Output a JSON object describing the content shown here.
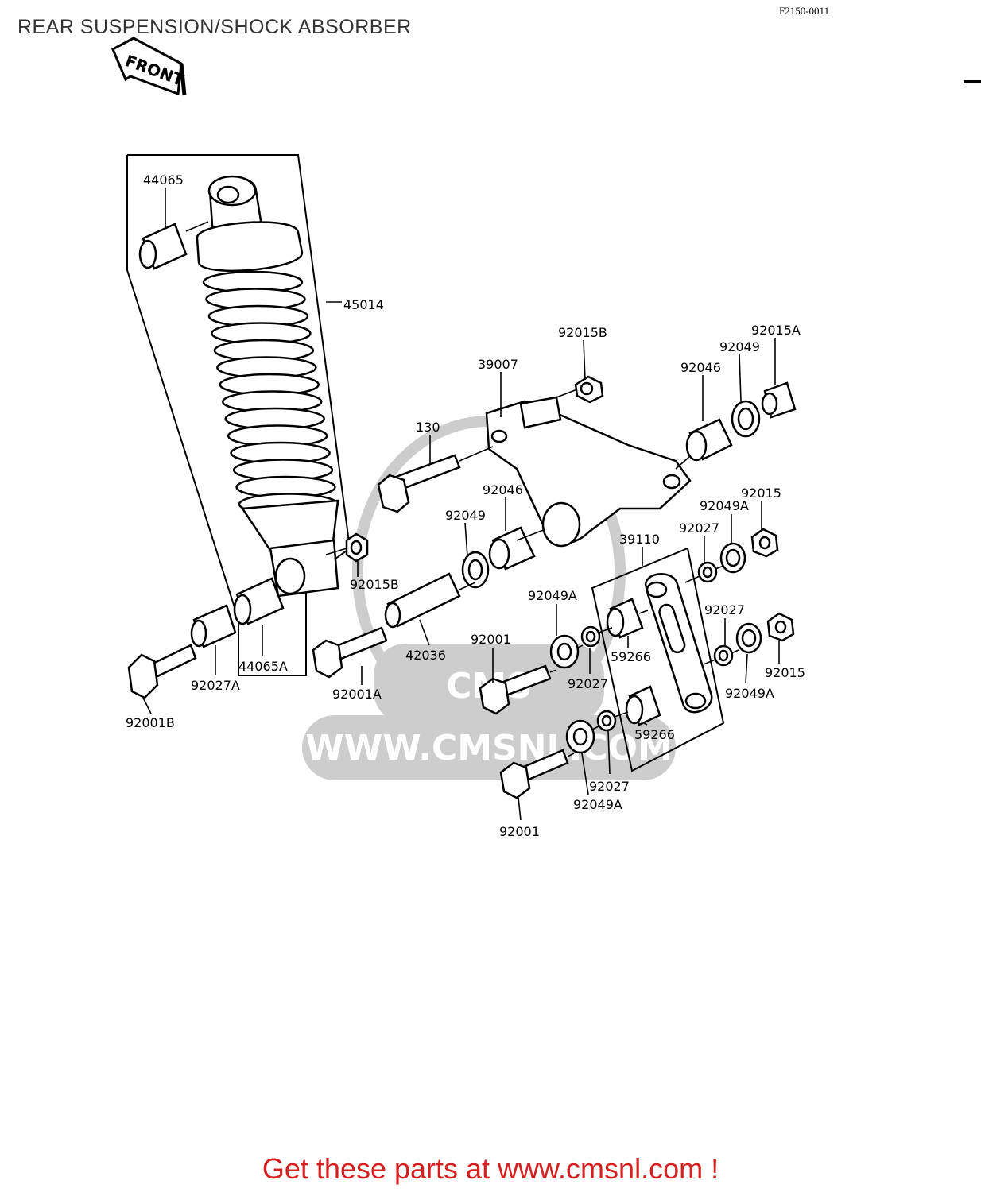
{
  "title": "REAR SUSPENSION/SHOCK ABSORBER",
  "diagram_code": "F2150-0011",
  "front_label": "FRONT",
  "watermark": {
    "site": "WWW.CMSNL.COM",
    "logo": "CMS"
  },
  "footer_text": "Get these parts at www.cmsnl.com !",
  "colors": {
    "footer": "#d42020",
    "watermark": "#c8c8c8",
    "lines": "#000000"
  },
  "parts": [
    {
      "id": "p-44065",
      "number": "44065"
    },
    {
      "id": "p-45014",
      "number": "45014"
    },
    {
      "id": "p-92015b-top",
      "number": "92015B"
    },
    {
      "id": "p-39007",
      "number": "39007"
    },
    {
      "id": "p-92015a",
      "number": "92015A"
    },
    {
      "id": "p-92049-right",
      "number": "92049"
    },
    {
      "id": "p-92046-right",
      "number": "92046"
    },
    {
      "id": "p-130",
      "number": "130"
    },
    {
      "id": "p-92046-left",
      "number": "92046"
    },
    {
      "id": "p-92015-top",
      "number": "92015"
    },
    {
      "id": "p-92049a-1",
      "number": "92049A"
    },
    {
      "id": "p-92049-left",
      "number": "92049"
    },
    {
      "id": "p-92027-1",
      "number": "92027"
    },
    {
      "id": "p-39110",
      "number": "39110"
    },
    {
      "id": "p-92015b-mid",
      "number": "92015B"
    },
    {
      "id": "p-92049a-2",
      "number": "92049A"
    },
    {
      "id": "p-92027-2",
      "number": "92027"
    },
    {
      "id": "p-92001-1",
      "number": "92001"
    },
    {
      "id": "p-59266-1",
      "number": "59266"
    },
    {
      "id": "p-42036",
      "number": "42036"
    },
    {
      "id": "p-44065a",
      "number": "44065A"
    },
    {
      "id": "p-92027-3",
      "number": "92027"
    },
    {
      "id": "p-92015-bot",
      "number": "92015"
    },
    {
      "id": "p-92027a",
      "number": "92027A"
    },
    {
      "id": "p-92001a",
      "number": "92001A"
    },
    {
      "id": "p-92049a-3",
      "number": "92049A"
    },
    {
      "id": "p-92001b",
      "number": "92001B"
    },
    {
      "id": "p-59266-2",
      "number": "59266"
    },
    {
      "id": "p-92027-4",
      "number": "92027"
    },
    {
      "id": "p-92049a-4",
      "number": "92049A"
    },
    {
      "id": "p-92001-2",
      "number": "92001"
    }
  ]
}
